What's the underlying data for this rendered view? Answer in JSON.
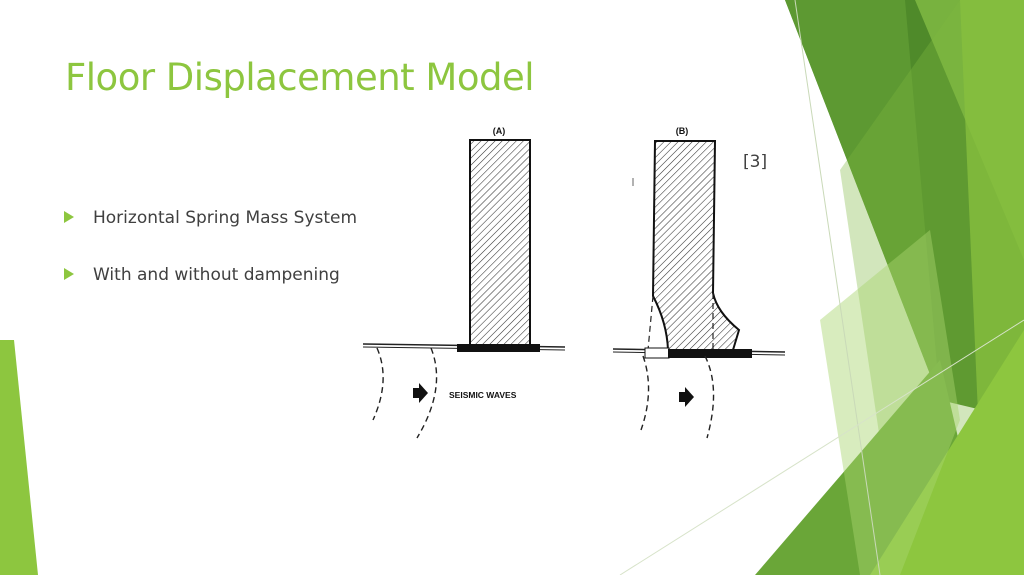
{
  "slide": {
    "title": "Floor Displacement Model",
    "bullets": [
      {
        "text": "Horizontal Spring Mass System"
      },
      {
        "text": "With and without dampening"
      }
    ],
    "citation": "[3]",
    "figure": {
      "panel_a_label": "(A)",
      "panel_b_label": "(B)",
      "waves_label": "SEISMIC WAVES"
    }
  },
  "colors": {
    "accent": "#8dc63f",
    "dark_green": "#4f8a2a",
    "mid_green": "#6aa638",
    "text": "#404040"
  }
}
